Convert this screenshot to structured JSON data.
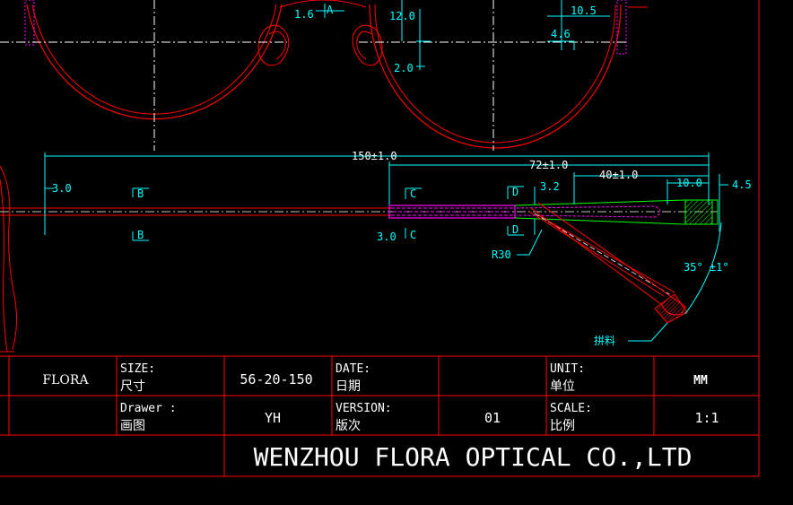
{
  "dimensions": {
    "d_1_6": "1.6",
    "d_12_0": "12.0",
    "d_2_0": "2.0",
    "d_10_5": "10.5",
    "d_4_6": "4.6",
    "d_150": "150±1.0",
    "d_72": "72±1.0",
    "d_40": "40±1.0",
    "d_10_0": "10.0",
    "d_4_5": "4.5",
    "d_3_0_top": "3.0",
    "d_3_2": "3.2",
    "d_3_0_bottom": "3.0",
    "r30": "R30",
    "angle": "35° ±1°",
    "mat_note": "拼料"
  },
  "section_marks": {
    "a": "A",
    "b": "B",
    "c": "C",
    "d": "D"
  },
  "title_block": {
    "model": "FLORA",
    "size_label": "SIZE:",
    "size_label_cn": "尺寸",
    "size_value": "56-20-150",
    "date_label": "DATE:",
    "date_label_cn": "日期",
    "date_value": "",
    "unit_label": "UNIT:",
    "unit_label_cn": "单位",
    "unit_value": "MM",
    "drawer_label": "Drawer :",
    "drawer_label_cn": "画图",
    "drawer_value": "YH",
    "version_label": "VERSION:",
    "version_label_cn": "版次",
    "version_value": "01",
    "scale_label": "SCALE:",
    "scale_label_cn": "比例",
    "scale_value": "1:1",
    "company": "WENZHOU FLORA OPTICAL CO.,LTD"
  },
  "colors": {
    "frame": "#ff0000",
    "dimension": "#00ffff",
    "centerline": "#ffffff",
    "inner_wire": "#ff00ff",
    "tip_outline": "#00ff00",
    "background": "#000000"
  }
}
